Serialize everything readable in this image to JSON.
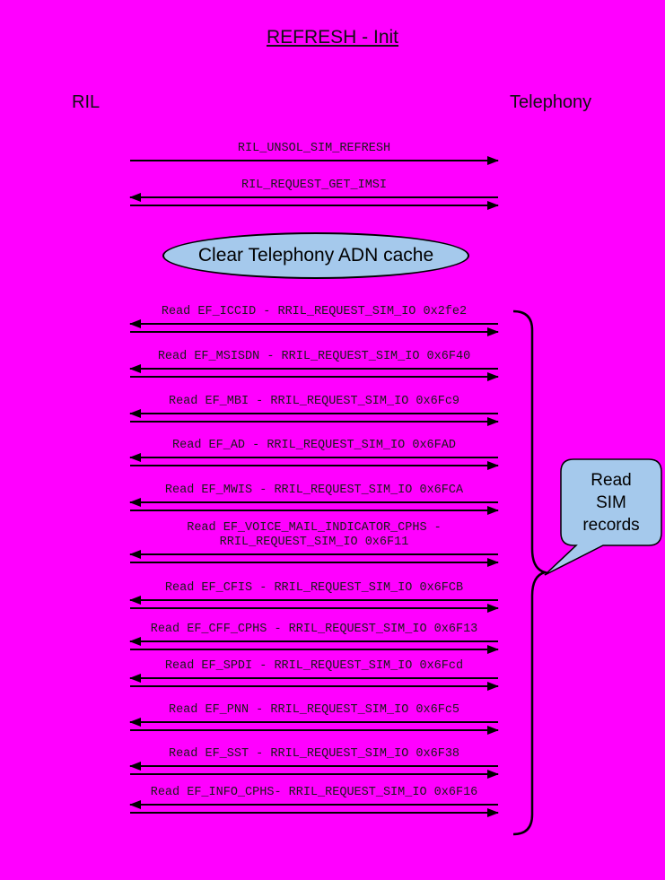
{
  "title": "REFRESH - Init",
  "actors": {
    "left": "RIL",
    "right": "Telephony"
  },
  "note": {
    "label": "Clear Telephony ADN cache"
  },
  "callout": {
    "label": "Read\nSIM\nrecords"
  },
  "colors": {
    "background": "#FF00FF",
    "bubble_fill": "#A5C9EC",
    "line_color": "#000000"
  },
  "messages": [
    {
      "label": "RIL_UNSOL_SIM_REFRESH",
      "direction": "right"
    },
    {
      "label": "RIL_REQUEST_GET_IMSI",
      "direction": "both"
    },
    {
      "label": "Read EF_ICCID - RRIL_REQUEST_SIM_IO 0x2fe2",
      "direction": "both"
    },
    {
      "label": "Read EF_MSISDN - RRIL_REQUEST_SIM_IO 0x6F40",
      "direction": "both"
    },
    {
      "label": "Read EF_MBI - RRIL_REQUEST_SIM_IO 0x6Fc9",
      "direction": "both"
    },
    {
      "label": "Read EF_AD - RRIL_REQUEST_SIM_IO 0x6FAD",
      "direction": "both"
    },
    {
      "label": "Read EF_MWIS - RRIL_REQUEST_SIM_IO 0x6FCA",
      "direction": "both"
    },
    {
      "label": "Read EF_VOICE_MAIL_INDICATOR_CPHS -\nRRIL_REQUEST_SIM_IO 0x6F11",
      "direction": "both"
    },
    {
      "label": "Read EF_CFIS - RRIL_REQUEST_SIM_IO 0x6FCB",
      "direction": "both"
    },
    {
      "label": "Read EF_CFF_CPHS - RRIL_REQUEST_SIM_IO 0x6F13",
      "direction": "both"
    },
    {
      "label": "Read EF_SPDI - RRIL_REQUEST_SIM_IO 0x6Fcd",
      "direction": "both"
    },
    {
      "label": "Read EF_PNN - RRIL_REQUEST_SIM_IO 0x6Fc5",
      "direction": "both"
    },
    {
      "label": "Read EF_SST - RRIL_REQUEST_SIM_IO 0x6F38",
      "direction": "both"
    },
    {
      "label": "Read EF_INFO_CPHS- RRIL_REQUEST_SIM_IO 0x6F16",
      "direction": "both"
    }
  ]
}
